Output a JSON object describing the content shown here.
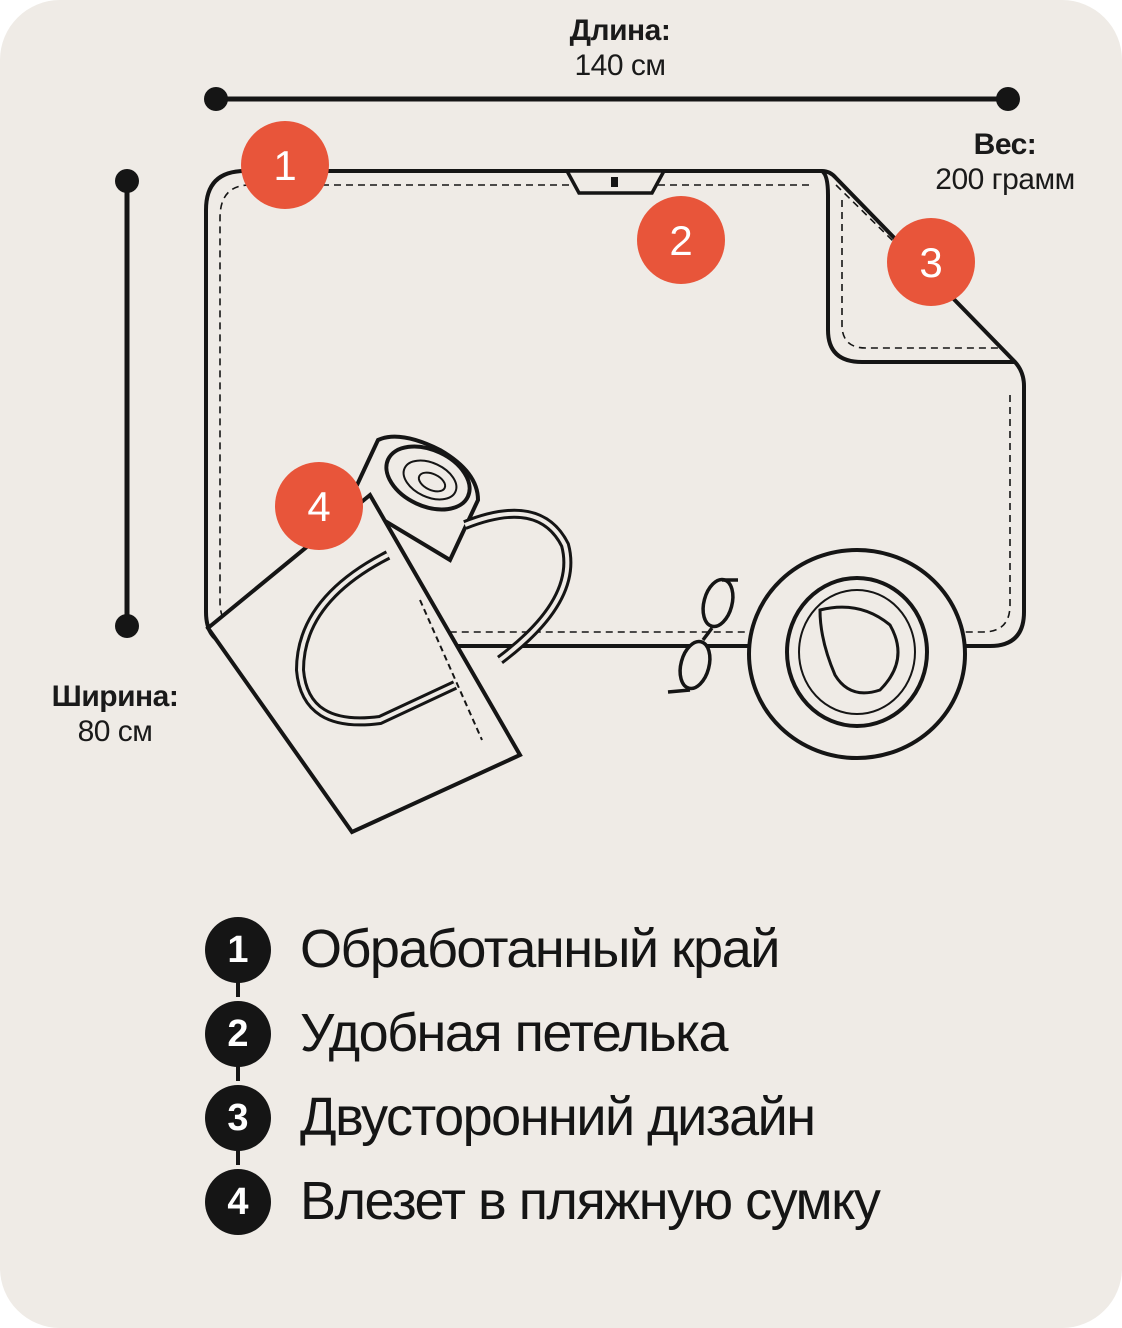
{
  "dimensions": {
    "length": {
      "title": "Длина:",
      "value": "140 см"
    },
    "weight": {
      "title": "Вес:",
      "value": "200 грамм"
    },
    "width": {
      "title": "Ширина:",
      "value": "80 см"
    }
  },
  "markers": [
    "1",
    "2",
    "3",
    "4"
  ],
  "features": [
    {
      "num": "1",
      "label": "Обработанный край"
    },
    {
      "num": "2",
      "label": "Удобная петелька"
    },
    {
      "num": "3",
      "label": "Двусторонний дизайн"
    },
    {
      "num": "4",
      "label": "Влезет в пляжную сумку"
    }
  ],
  "colors": {
    "accent": "#e8553a",
    "ink": "#151515",
    "background": "#efebe6"
  }
}
